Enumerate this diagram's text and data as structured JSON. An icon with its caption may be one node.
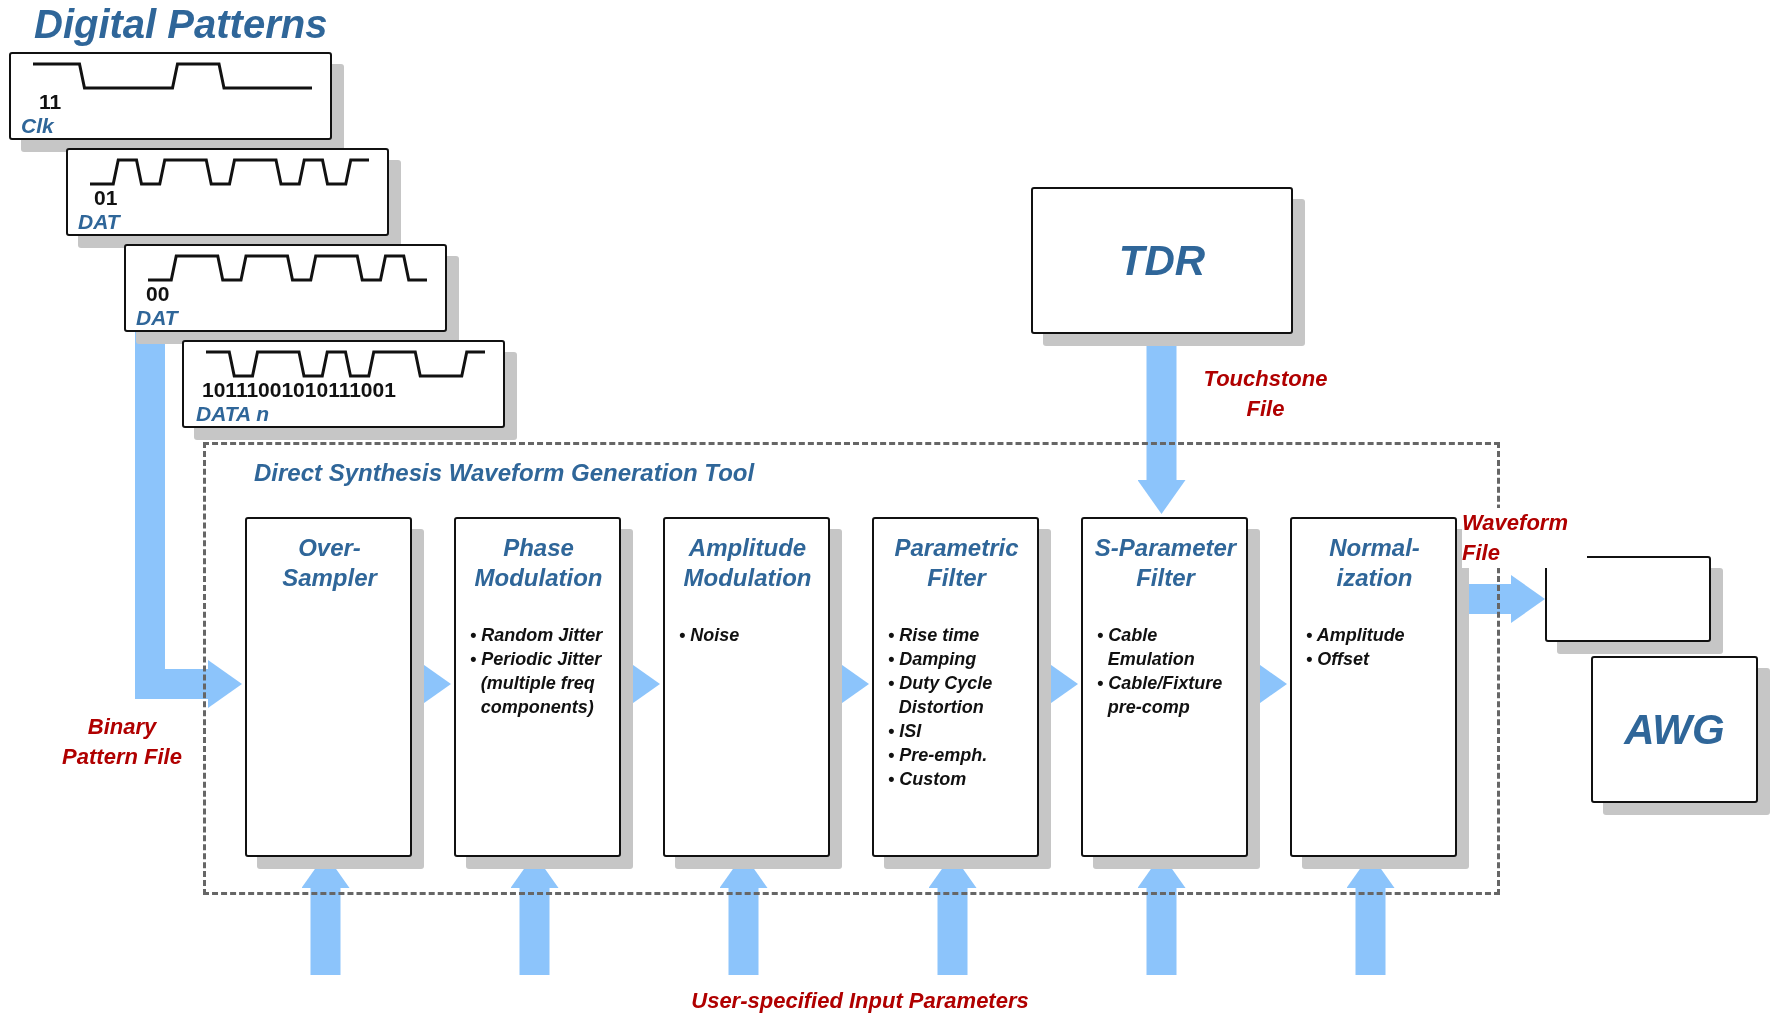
{
  "diagram": {
    "title": "Digital Patterns",
    "nodes": [
      {
        "text": [
          "11",
          "Clk"
        ]
      },
      {
        "text": [
          "01",
          "DAT"
        ]
      },
      {
        "text": [
          "00",
          "DAT"
        ]
      },
      {
        "text": [
          "10111001010111001",
          "DATA n"
        ]
      },
      {
        "text": [
          "TDR"
        ]
      },
      {
        "text": [
          "Direct Synthesis Waveform Generation Tool"
        ]
      },
      {
        "text": [
          "Over- Sampler"
        ],
        "in": 5
      },
      {
        "text": [
          "Phase Modulation",
          "• Random Jitter",
          "• Periodic Jitter (multiple freq components)"
        ],
        "in": 5
      },
      {
        "text": [
          "Amplitude Modulation",
          "• Noise"
        ],
        "in": 5
      },
      {
        "text": [
          "Parametric Filter",
          "• Rise time",
          "• Damping",
          "• Duty Cycle Distortion",
          "• ISI",
          "• Pre-emph.",
          "• Custom"
        ],
        "in": 5
      },
      {
        "text": [
          "S-Parameter Filter",
          "• Cable Emulation",
          "• Cable/Fixture pre-comp"
        ],
        "in": 5
      },
      {
        "text": [
          "Normal- ization",
          "• Amplitude",
          "• Offset"
        ],
        "in": 5
      },
      {
        "text": [],
        "shape": "box"
      },
      {
        "text": [
          "AWG"
        ]
      }
    ],
    "edges": [
      {
        "from": 2,
        "to": 6,
        "arrow": "to",
        "label": "Binary Pattern File"
      },
      {
        "from": 6,
        "to": 7,
        "arrow": "to"
      },
      {
        "from": 7,
        "to": 8,
        "arrow": "to"
      },
      {
        "from": 8,
        "to": 9,
        "arrow": "to"
      },
      {
        "from": 9,
        "to": 10,
        "arrow": "to"
      },
      {
        "from": 10,
        "to": 11,
        "arrow": "to"
      },
      {
        "from": 4,
        "to": 10,
        "arrow": "to",
        "label": "Touchstone File"
      },
      {
        "from": 11,
        "to": 12,
        "arrow": "to",
        "label": "Waveform File"
      },
      {
        "from": null,
        "to": 6,
        "arrow": "to"
      },
      {
        "from": null,
        "to": 7,
        "arrow": "to"
      },
      {
        "from": null,
        "to": 8,
        "arrow": "to"
      },
      {
        "from": null,
        "to": 9,
        "arrow": "to"
      },
      {
        "from": null,
        "to": 10,
        "arrow": "to"
      },
      {
        "from": null,
        "to": 11,
        "arrow": "to"
      }
    ],
    "labels": [
      "User-specified Input Parameters"
    ]
  }
}
